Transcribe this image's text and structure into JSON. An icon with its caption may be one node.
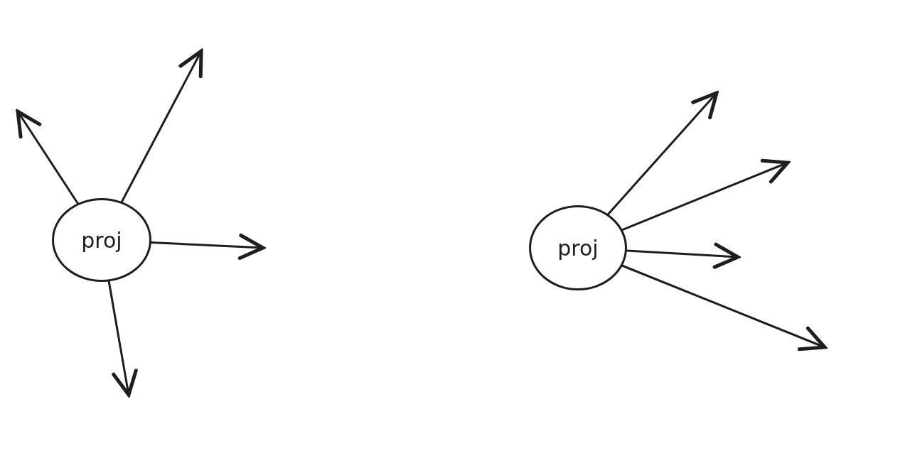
{
  "diagram": {
    "nodes": [
      {
        "text": [
          "proj"
        ]
      },
      {
        "text": [
          "proj"
        ]
      }
    ],
    "edges": [
      {
        "from": 0,
        "to": null,
        "arrow": "to"
      },
      {
        "from": 0,
        "to": null,
        "arrow": "to"
      },
      {
        "from": 0,
        "to": null,
        "arrow": "to"
      },
      {
        "from": 0,
        "to": null,
        "arrow": "to"
      },
      {
        "from": 1,
        "to": null,
        "arrow": "to"
      },
      {
        "from": 1,
        "to": null,
        "arrow": "to"
      },
      {
        "from": 1,
        "to": null,
        "arrow": "to"
      },
      {
        "from": 1,
        "to": null,
        "arrow": "to"
      }
    ]
  }
}
